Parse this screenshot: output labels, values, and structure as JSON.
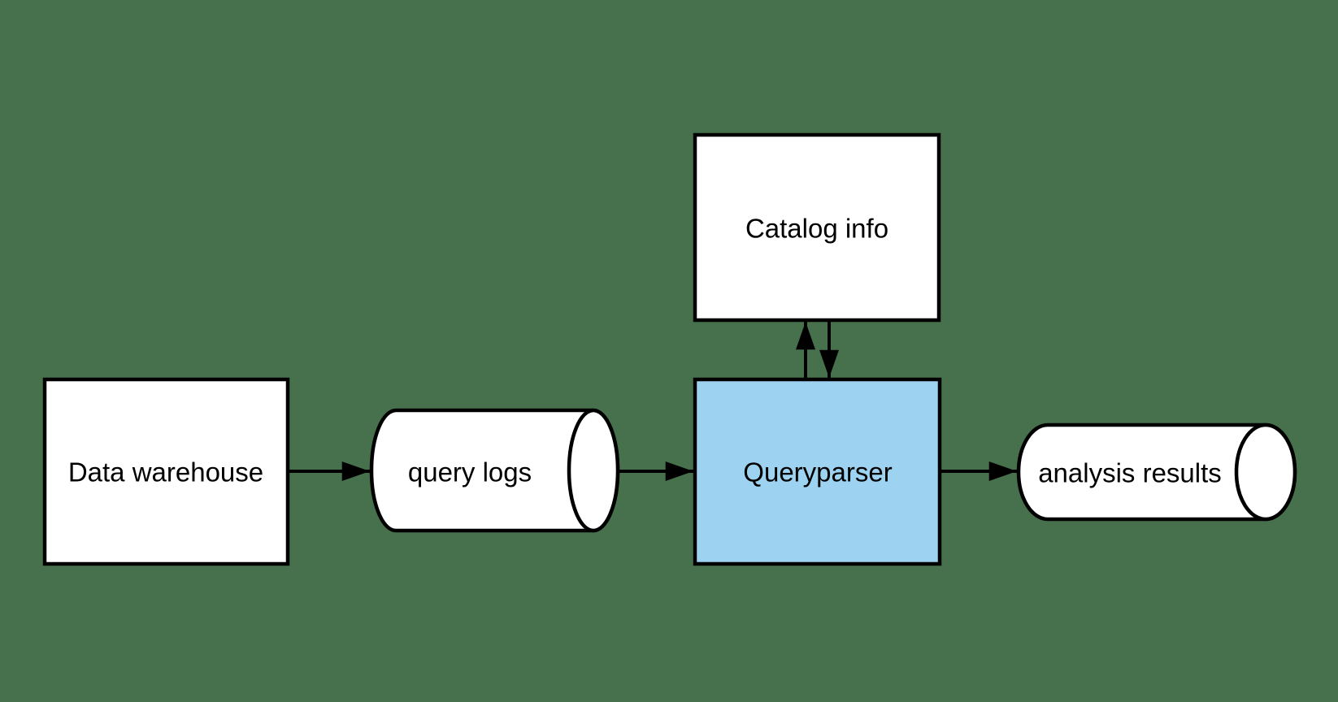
{
  "canvas": {
    "background_color": "#47704D",
    "stroke_color": "#000000",
    "text_color": "#000000"
  },
  "nodes": {
    "data_warehouse": {
      "label": "Data warehouse",
      "shape": "rectangle",
      "fill": "#FFFFFF"
    },
    "query_logs": {
      "label": "query logs",
      "shape": "cylinder-horizontal",
      "fill": "#FFFFFF"
    },
    "catalog_info": {
      "label": "Catalog info",
      "shape": "rectangle",
      "fill": "#FFFFFF"
    },
    "queryparser": {
      "label": "Queryparser",
      "shape": "rectangle",
      "fill": "#9DD2F0"
    },
    "analysis_results": {
      "label": "analysis results",
      "shape": "cylinder-horizontal",
      "fill": "#FFFFFF"
    }
  },
  "edges": [
    {
      "from": "data_warehouse",
      "to": "query_logs",
      "direction": "right"
    },
    {
      "from": "query_logs",
      "to": "queryparser",
      "direction": "right"
    },
    {
      "from": "queryparser",
      "to": "catalog_info",
      "direction": "up"
    },
    {
      "from": "catalog_info",
      "to": "queryparser",
      "direction": "down"
    },
    {
      "from": "queryparser",
      "to": "analysis_results",
      "direction": "right"
    }
  ]
}
